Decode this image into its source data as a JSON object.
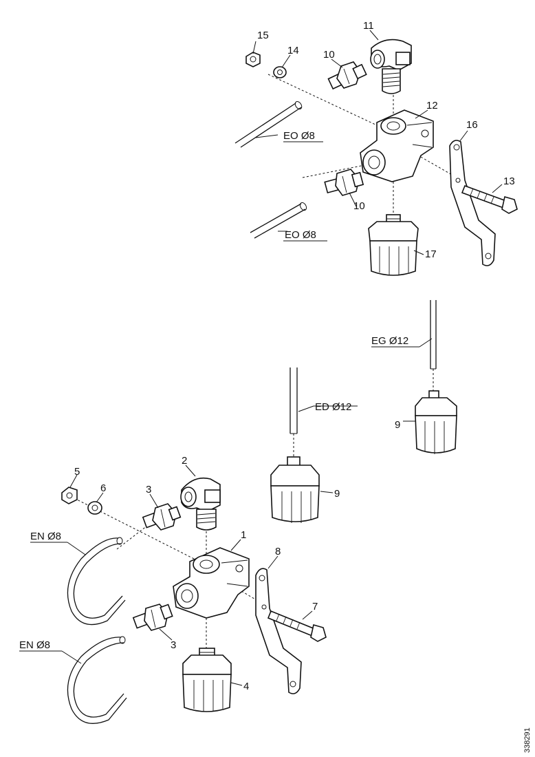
{
  "labels": {
    "p1": "1",
    "p2": "2",
    "p3a": "3",
    "p3b": "3",
    "p4": "4",
    "p5": "5",
    "p6": "6",
    "p7": "7",
    "p8": "8",
    "p9a": "9",
    "p9b": "9",
    "p10a": "10",
    "p10b": "10",
    "p11": "11",
    "p12": "12",
    "p13": "13",
    "p14": "14",
    "p15": "15",
    "p16": "16",
    "p17": "17"
  },
  "pipes": {
    "eo_top": "EO Ø8",
    "eo_bottom": "EO Ø8",
    "eg": "EG Ø12",
    "ed": "ED Ø12",
    "en_top": "EN Ø8",
    "en_bottom": "EN Ø8"
  },
  "drawing_number": "338291"
}
